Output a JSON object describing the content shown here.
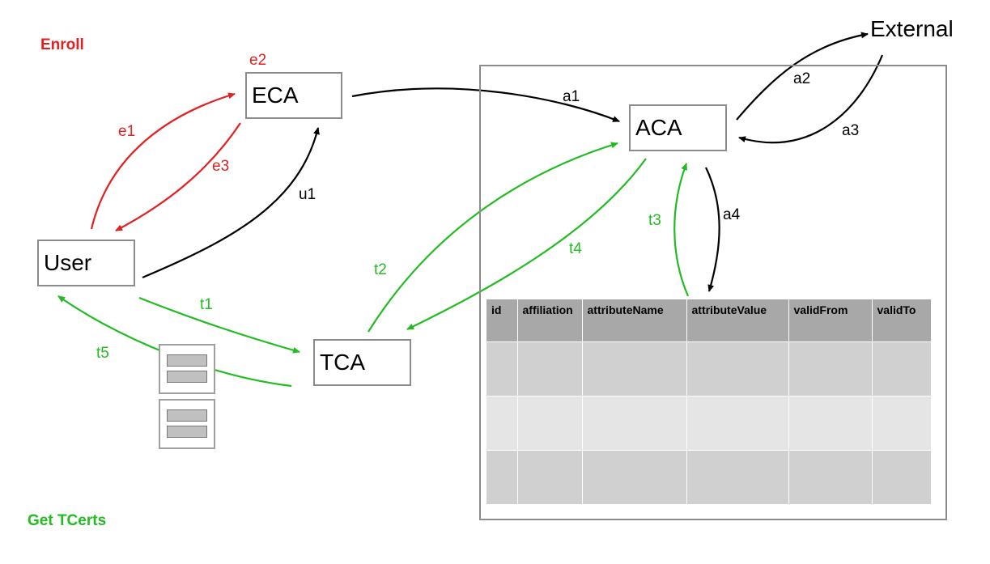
{
  "legend": {
    "enroll": "Enroll",
    "get_tcerts": "Get TCerts",
    "enroll_color": "#e32020",
    "tcerts_color": "#22bb22"
  },
  "nodes": {
    "eca": "ECA",
    "aca": "ACA",
    "tca": "TCA",
    "user": "User",
    "external": "External"
  },
  "edges": [
    {
      "label": "e1",
      "from": "User",
      "to": "ECA",
      "color": "#e32020"
    },
    {
      "label": "e2",
      "from": "ECA",
      "to": "ECA",
      "color": "#e32020"
    },
    {
      "label": "e3",
      "from": "ECA",
      "to": "User",
      "color": "#e32020"
    },
    {
      "label": "u1",
      "from": "User",
      "to": "ECA",
      "color": "#000000"
    },
    {
      "label": "a1",
      "from": "ECA",
      "to": "ACA",
      "color": "#000000"
    },
    {
      "label": "a2",
      "from": "ACA",
      "to": "External",
      "color": "#000000"
    },
    {
      "label": "a3",
      "from": "External",
      "to": "ACA",
      "color": "#000000"
    },
    {
      "label": "a4",
      "from": "ACA",
      "to": "attribute table",
      "color": "#000000"
    },
    {
      "label": "t1",
      "from": "User",
      "to": "TCA",
      "color": "#22bb22"
    },
    {
      "label": "t2",
      "from": "TCA",
      "to": "ACA",
      "color": "#22bb22"
    },
    {
      "label": "t3",
      "from": "attribute table",
      "to": "ACA",
      "color": "#22bb22"
    },
    {
      "label": "t4",
      "from": "ACA",
      "to": "TCA",
      "color": "#22bb22"
    },
    {
      "label": "t5",
      "from": "TCA",
      "to": "User",
      "color": "#22bb22"
    }
  ],
  "attribute_table": {
    "columns": [
      "id",
      "affiliation",
      "attributeName",
      "attributeValue",
      "validFrom",
      "validTo"
    ],
    "rows": [
      [
        "",
        "",
        "",
        "",
        "",
        ""
      ],
      [
        "",
        "",
        "",
        "",
        "",
        ""
      ],
      [
        "",
        "",
        "",
        "",
        "",
        ""
      ]
    ]
  },
  "icons": [
    "tcert-document-icon",
    "tcert-document-icon"
  ]
}
